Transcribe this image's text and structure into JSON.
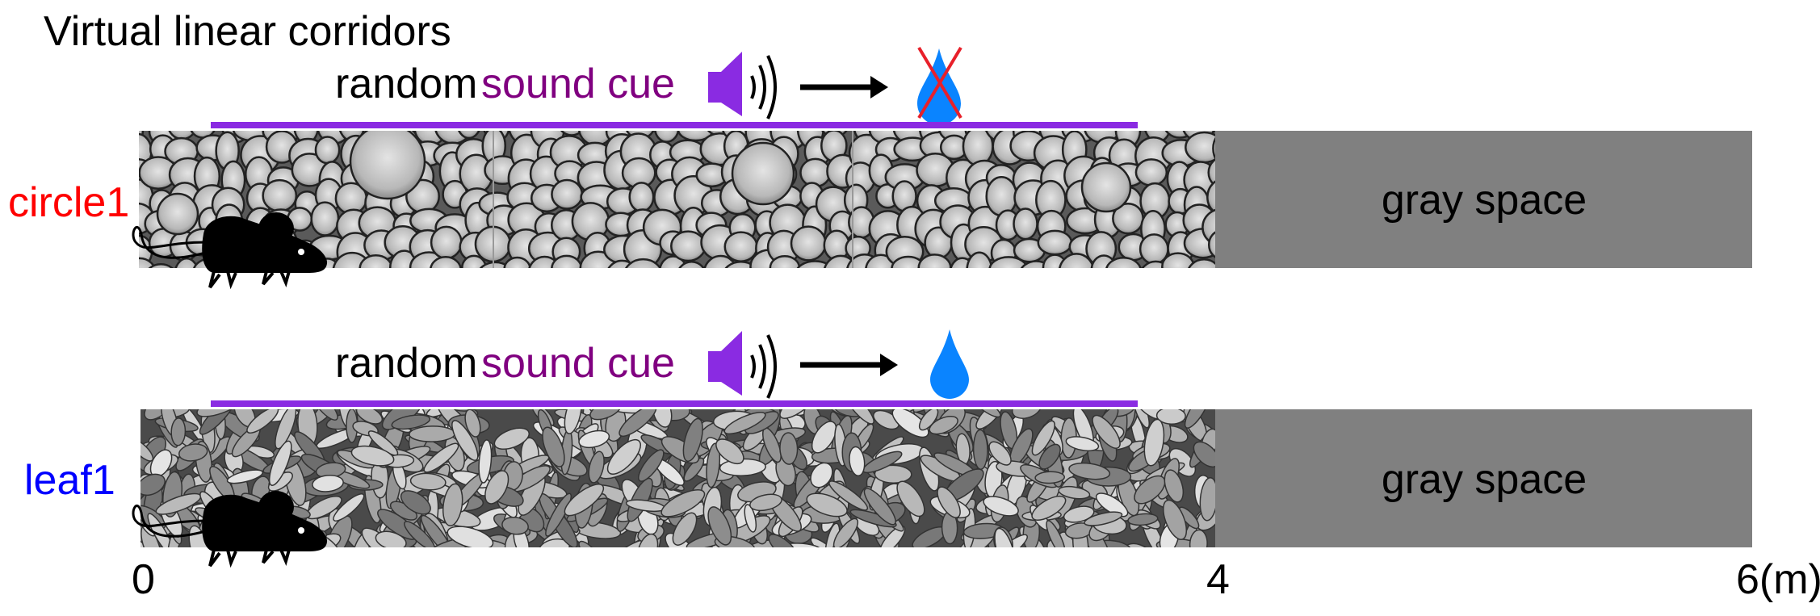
{
  "title": "Virtual linear corridors",
  "colors": {
    "sound_bar": "#8a2be2",
    "sound_text": "#800080",
    "water": "#0a84ff",
    "cross": "#e8202a",
    "circle_label": "#ff0000",
    "leaf_label": "#0000ff",
    "gray_space": "#808080"
  },
  "corridors": [
    {
      "label": "circle1",
      "cue_prefix": "random",
      "cue_word": "sound cue",
      "reward": "no-water",
      "gray_label": "gray space",
      "texture": "circle"
    },
    {
      "label": "leaf1",
      "cue_prefix": "random",
      "cue_word": "sound cue",
      "reward": "water",
      "gray_label": "gray space",
      "texture": "leaf"
    }
  ],
  "axis": {
    "ticks": [
      "0",
      "4",
      "6(m)"
    ]
  }
}
